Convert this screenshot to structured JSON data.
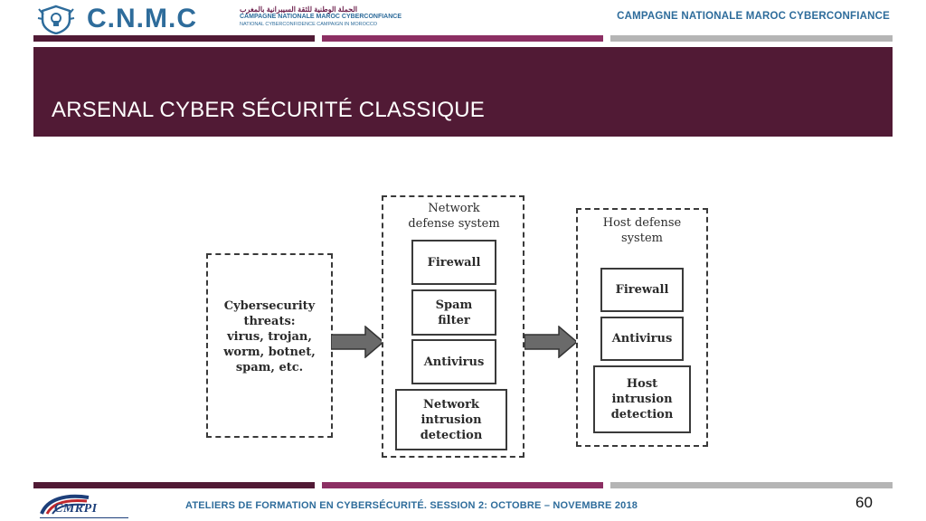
{
  "header": {
    "logo_letters": "C.N.M.C",
    "logo_arabic": "الحملة الوطنية للثقة السيبرانية بالمغرب",
    "logo_french": "CAMPAGNE NATIONALE MAROC CYBERCONFIANCE",
    "logo_english": "NATIONAL CYBERCONFIDENCE CAMPAIGN IN MOROCCO",
    "campaign_title": "CAMPAGNE NATIONALE MAROC CYBERCONFIANCE"
  },
  "slide": {
    "title": "ARSENAL CYBER SÉCURITÉ CLASSIQUE"
  },
  "diagram": {
    "threats": [
      "Cybersecurity",
      "threats:",
      "virus, trojan,",
      "worm, botnet,",
      "spam, etc."
    ],
    "network_title": [
      "Network",
      "defense system"
    ],
    "network_items": [
      "Firewall",
      "Spam",
      "filter",
      "Antivirus",
      "Network",
      "intrusion",
      "detection"
    ],
    "host_title": [
      "Host defense",
      "system"
    ],
    "host_items": [
      "Firewall",
      "Antivirus",
      "Host",
      "intrusion",
      "detection"
    ]
  },
  "footer": {
    "text": "ATELIERS DE FORMATION EN CYBERSÉCURITÉ.  SESSION 2: OCTOBRE – NOVEMBRE 2018",
    "page_number": "60",
    "partner_logo": "CMRPI"
  },
  "colors": {
    "plum": "#511a35",
    "magenta": "#8c2f63",
    "gray": "#b5b5b5",
    "brand_blue": "#2e6c9b"
  }
}
